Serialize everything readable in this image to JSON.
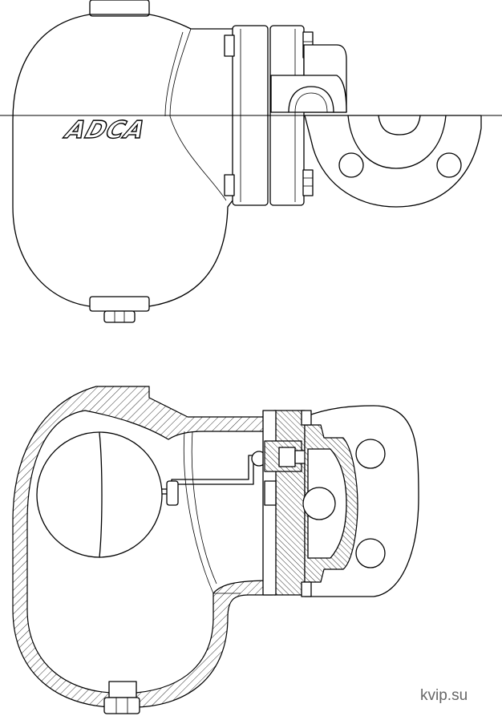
{
  "drawing": {
    "logo_text": "ADCA",
    "watermark": "kvip.su",
    "views": [
      "exterior",
      "cross-section"
    ]
  }
}
